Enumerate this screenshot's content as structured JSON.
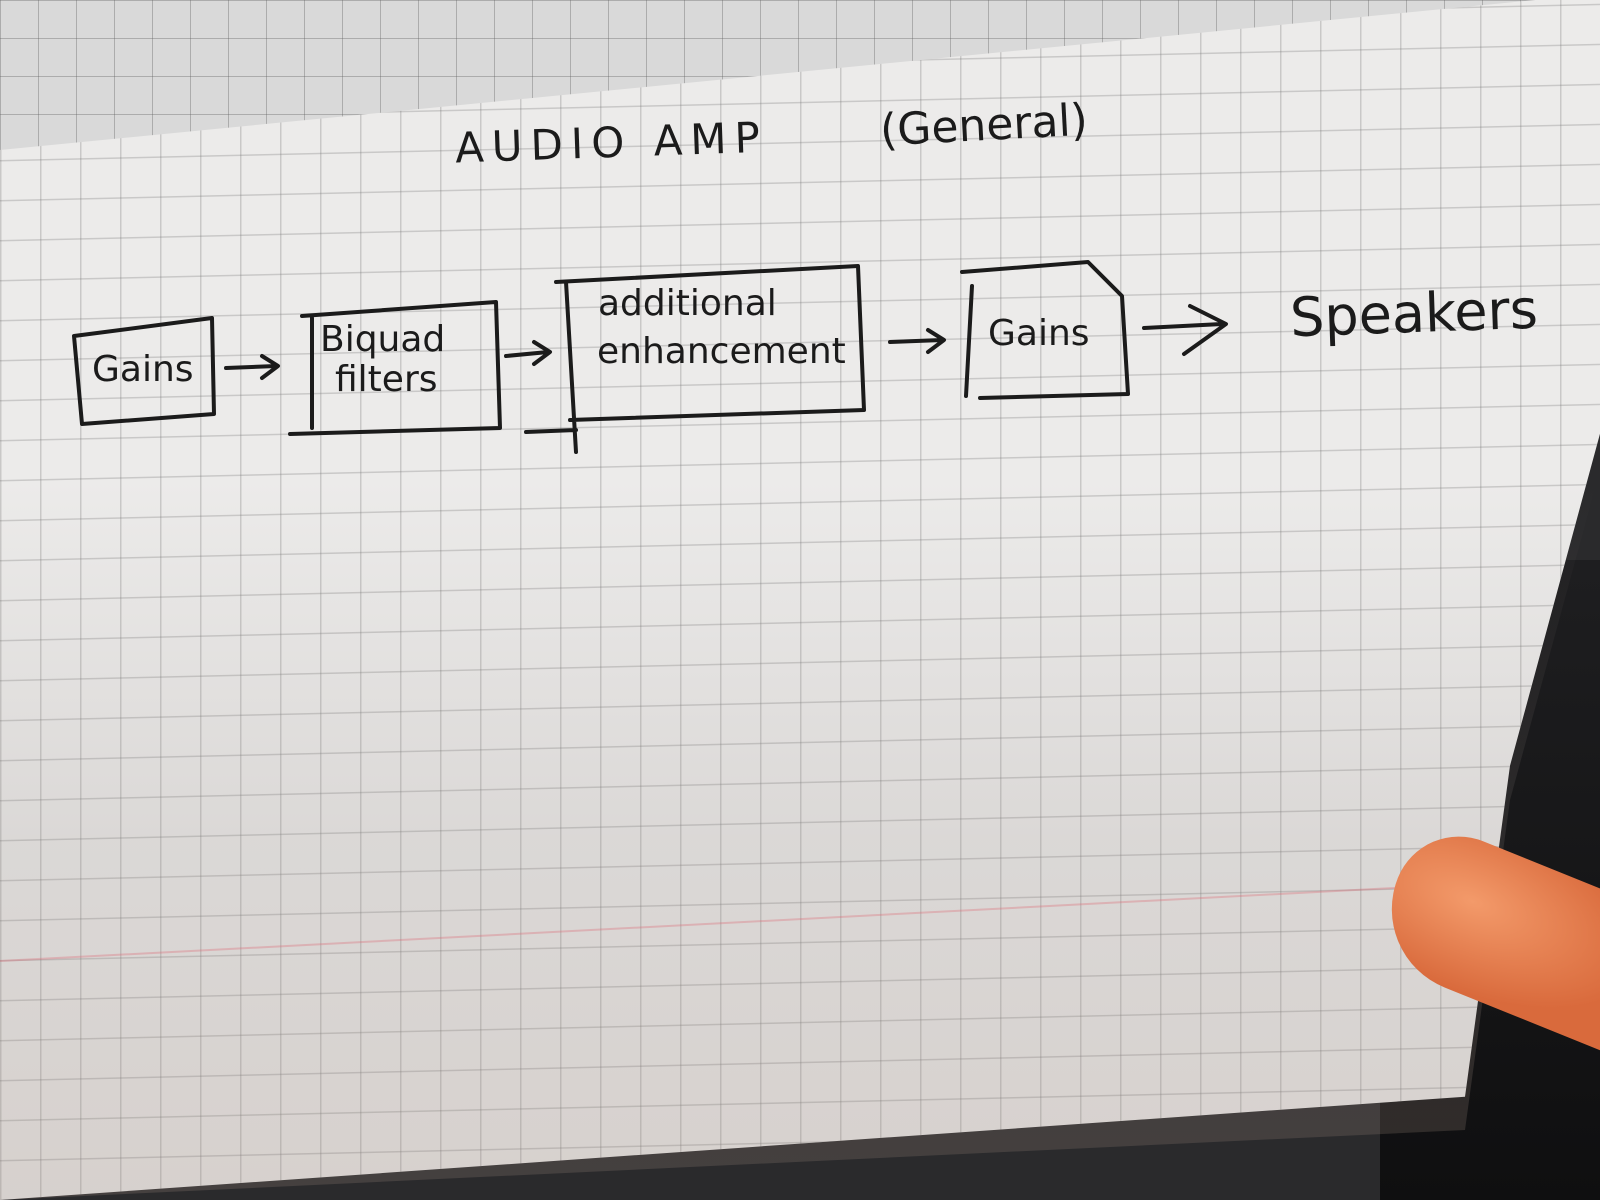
{
  "diagram": {
    "title": "AUDIO AMP",
    "title_note": "(General)",
    "blocks": [
      {
        "id": "gains-input",
        "label": "Gains"
      },
      {
        "id": "biquad-filters",
        "label_lines": [
          "Biquad",
          "filters"
        ]
      },
      {
        "id": "additional-enhancement",
        "label_lines": [
          "additional",
          "enhancement"
        ]
      },
      {
        "id": "gains-output",
        "label": "Gains"
      }
    ],
    "output": "Speakers",
    "arrows": [
      "Gains->Biquad filters",
      "Biquad filters->additional enhancement",
      "additional enhancement->Gains",
      "Gains->Speakers"
    ]
  },
  "colors": {
    "ink": "#1b1b1b",
    "paper": "#ecebea",
    "grid": "#9a9a9a"
  }
}
